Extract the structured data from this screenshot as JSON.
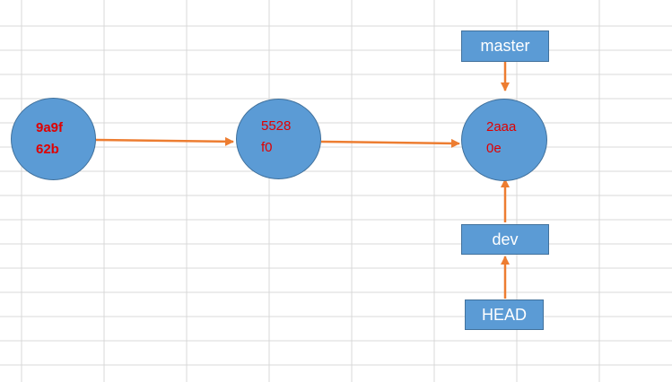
{
  "commits": [
    {
      "id": "commit-9a9f62b",
      "line1": "9a9f",
      "line2": "62b",
      "bold": true
    },
    {
      "id": "commit-5528f0",
      "line1": "5528",
      "line2": "f0",
      "bold": false
    },
    {
      "id": "commit-2aaa0e",
      "line1": "2aaa",
      "line2": "0e",
      "bold": false
    }
  ],
  "refs": {
    "master": "master",
    "dev": "dev",
    "head": "HEAD"
  },
  "colors": {
    "node_fill": "#5b9bd5",
    "node_border": "#41719c",
    "commit_text": "#e00000",
    "arrow": "#ed7d31",
    "grid": "#d9d9d9",
    "label_text": "#ffffff"
  }
}
